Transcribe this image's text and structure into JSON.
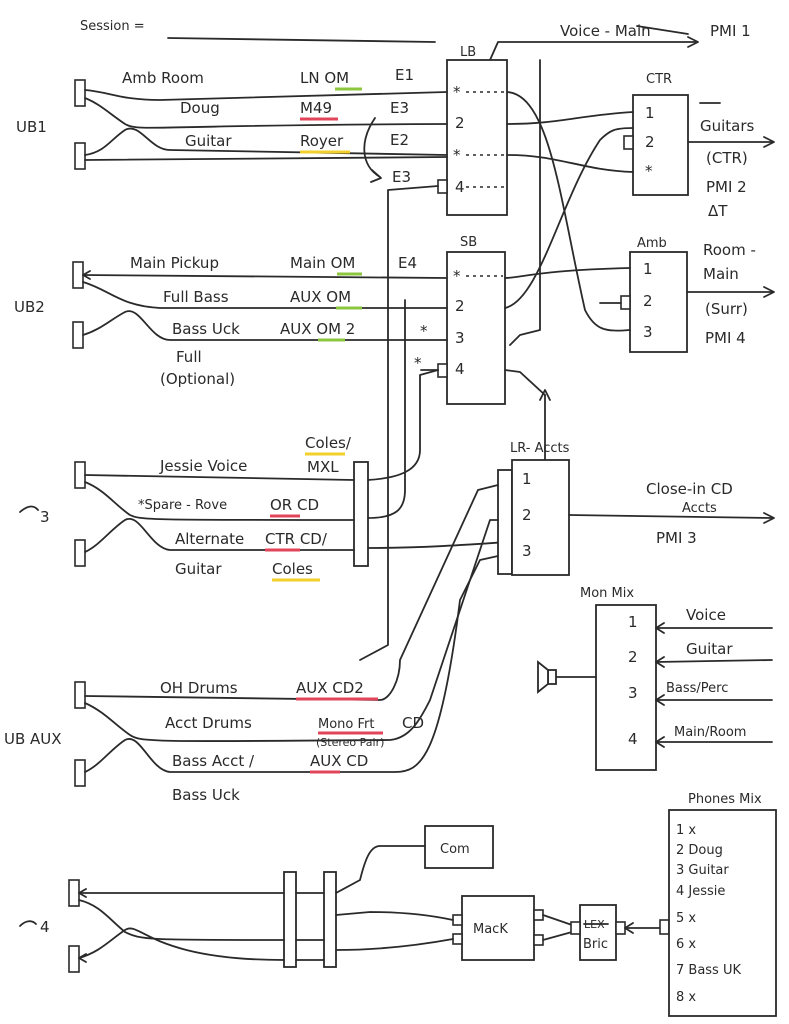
{
  "session_label": "Session =",
  "outputs": {
    "voice_main": "Voice - Main",
    "pmi1": "PMI 1",
    "guitars": "Guitars",
    "ctr_paren": "(CTR)",
    "pmi2": "PMI 2",
    "delta_t": "ΔT",
    "room_main_1": "Room -",
    "room_main_2": "Main",
    "surr": "(Surr)",
    "pmi4": "PMI 4",
    "close_in_1": "Close-in CD",
    "close_in_2": "Accts",
    "pmi3": "PMI 3"
  },
  "boxes": {
    "lb": {
      "label": "LB",
      "rows": [
        "*",
        "2",
        "*",
        "4"
      ]
    },
    "sb": {
      "label": "SB",
      "rows": [
        "*",
        "2",
        "3",
        "4"
      ]
    },
    "ctr": {
      "label": "CTR",
      "rows": [
        "1",
        "2",
        "*"
      ]
    },
    "amb": {
      "label": "Amb",
      "rows": [
        "1",
        "2",
        "3"
      ]
    },
    "lr_accts": {
      "label": "LR- Accts",
      "rows": [
        "1",
        "2",
        "3"
      ]
    },
    "mon_mix": {
      "label": "Mon Mix",
      "rows": [
        "1",
        "2",
        "3",
        "4"
      ]
    },
    "com": "Com",
    "mack": "MacK",
    "bric": "Bric",
    "bric_struck": "LEX"
  },
  "stageboxes": {
    "ub1": "UB1",
    "ub2": "UB2",
    "ub3": "3",
    "ubaux": "UB AUX",
    "ub4": "4"
  },
  "ub1_lines": {
    "amb_room": "Amb Room",
    "ln_om": "LN OM",
    "e1": "E1",
    "doug": "Doug",
    "m49": "M49",
    "e3": "E3",
    "guitar": "Guitar",
    "royer": "Royer",
    "e2": "E2",
    "e3b": "E3"
  },
  "ub2_lines": {
    "main_pickup": "Main Pickup",
    "main_om": "Main OM",
    "e4": "E4",
    "full_bass": "Full Bass",
    "aux_om": "AUX OM",
    "bass_uck": "Bass Uck",
    "aux_om2": "AUX OM 2",
    "full": "Full",
    "optional": "(Optional)",
    "star": "*"
  },
  "ub3_lines": {
    "coles_top": "Coles/",
    "jessie_voice": "Jessie   Voice",
    "mxl": "MXL",
    "spare_rove": "*Spare - Rove",
    "or_cd": "OR CD",
    "alternate": "Alternate",
    "ctr_cd": "CTR CD/",
    "guitar": "Guitar",
    "coles": "Coles"
  },
  "ubaux_lines": {
    "oh_drums": "OH Drums",
    "aux_cd2": "AUX CD2",
    "acct_drums": "Acct Drums",
    "mono_frt": "Mono Frt",
    "cd": "CD",
    "stereo_pair": "(Stereo Pair)",
    "bass_acct": "Bass Acct /",
    "aux_cd": "AUX CD",
    "bass_uck": "Bass Uck"
  },
  "mon_mix_inputs": [
    "Voice",
    "Guitar",
    "Bass/Perc",
    "Main/Room"
  ],
  "phones_mix": {
    "title": "Phones Mix",
    "items": [
      "1  x",
      "2  Doug",
      "3  Guitar",
      "4  Jessie",
      "5  x",
      "6  x",
      "7  Bass UK",
      "8  x"
    ]
  }
}
